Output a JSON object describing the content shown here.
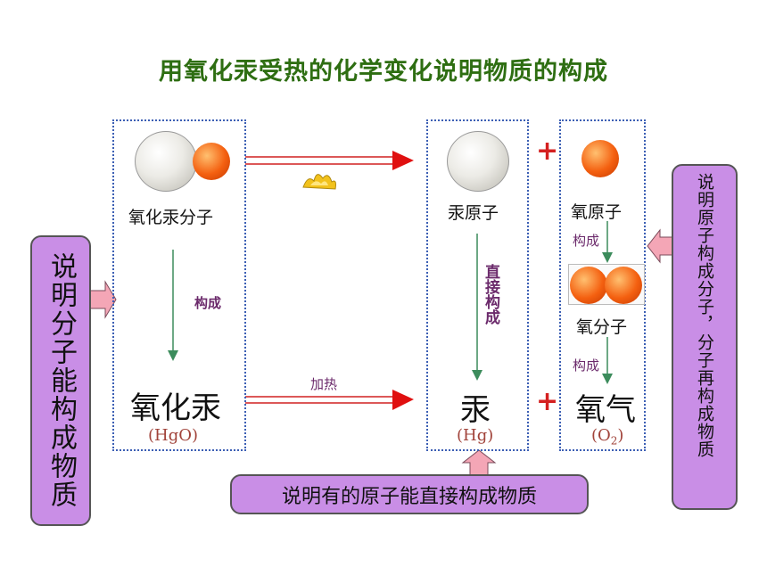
{
  "title": "用氧化汞受热的化学变化说明物质的构成",
  "left_panel": {
    "molecule_label": "氧化汞分子",
    "relation": "构成",
    "substance": "氧化汞",
    "formula": "(HgO)"
  },
  "reaction": {
    "heat_label": "加热"
  },
  "middle_panel": {
    "atom_label": "汞原子",
    "relation": "直接构成",
    "substance": "汞",
    "formula": "(Hg)"
  },
  "right_panel": {
    "atom_label": "氧原子",
    "relation_top": "构成",
    "molecule_label": "氧分子",
    "relation_bottom": "构成",
    "substance": "氧气",
    "formula_main": "(O",
    "formula_sub": "2",
    "formula_end": ")"
  },
  "plus_sign": "+",
  "notes": {
    "left": "说明分子能构成物质",
    "right": "说明原子构成分子，分子再构成物质",
    "bottom": "说明有的原子能直接构成物质"
  },
  "colors": {
    "title": "#2e6e12",
    "note_fill": "#c98ee6",
    "red_arrow": "#e02020",
    "pink_arrow": "#f4a6b6",
    "green_arrow": "#3c8c5c"
  }
}
